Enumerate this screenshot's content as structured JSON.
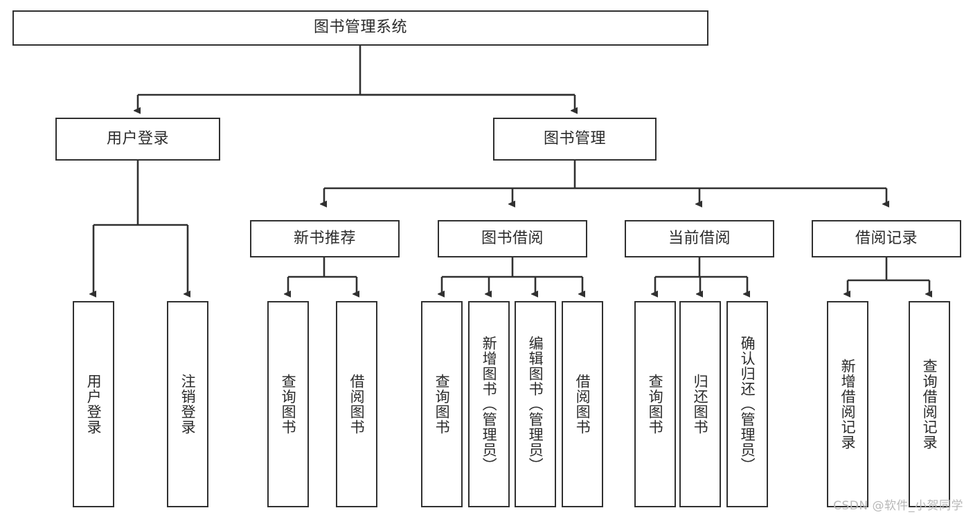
{
  "diagram": {
    "type": "tree-hierarchy",
    "title": "图书管理系统",
    "watermark": "CSDN @软件_小贺同学",
    "colors": {
      "box_border": "#303030",
      "box_fill": "#ffffff",
      "connector": "#303030",
      "text": "#2b2b2b",
      "watermark": "#b8b8b8",
      "background": "#ffffff"
    },
    "nodes": {
      "root": {
        "label": "图书管理系统",
        "level": 0
      },
      "l1": [
        {
          "id": "user-login",
          "label": "用户登录"
        },
        {
          "id": "book-manage",
          "label": "图书管理"
        }
      ],
      "l2": [
        {
          "id": "new-book-rec",
          "label": "新书推荐",
          "parent": "book-manage"
        },
        {
          "id": "book-borrow",
          "label": "图书借阅",
          "parent": "book-manage"
        },
        {
          "id": "current-borrow",
          "label": "当前借阅",
          "parent": "book-manage"
        },
        {
          "id": "borrow-record",
          "label": "借阅记录",
          "parent": "book-manage"
        }
      ],
      "leaves": [
        {
          "id": "leaf-user-login",
          "label": "用户登录",
          "parent": "user-login"
        },
        {
          "id": "leaf-logout",
          "label": "注销登录",
          "parent": "user-login"
        },
        {
          "id": "leaf-query-book-1",
          "label": "查询图书",
          "parent": "new-book-rec"
        },
        {
          "id": "leaf-borrow-book-1",
          "label": "借阅图书",
          "parent": "new-book-rec"
        },
        {
          "id": "leaf-query-book-2",
          "label": "查询图书",
          "parent": "book-borrow"
        },
        {
          "id": "leaf-add-book",
          "label": "新增图书（管理员）",
          "parent": "book-borrow"
        },
        {
          "id": "leaf-edit-book",
          "label": "编辑图书（管理员）",
          "parent": "book-borrow"
        },
        {
          "id": "leaf-borrow-book-2",
          "label": "借阅图书",
          "parent": "book-borrow"
        },
        {
          "id": "leaf-query-book-3",
          "label": "查询图书",
          "parent": "current-borrow"
        },
        {
          "id": "leaf-return-book",
          "label": "归还图书",
          "parent": "current-borrow"
        },
        {
          "id": "leaf-confirm-return",
          "label": "确认归还（管理员）",
          "parent": "current-borrow"
        },
        {
          "id": "leaf-add-record",
          "label": "新增借阅记录",
          "parent": "borrow-record"
        },
        {
          "id": "leaf-query-record",
          "label": "查询借阅记录",
          "parent": "borrow-record"
        }
      ]
    }
  }
}
